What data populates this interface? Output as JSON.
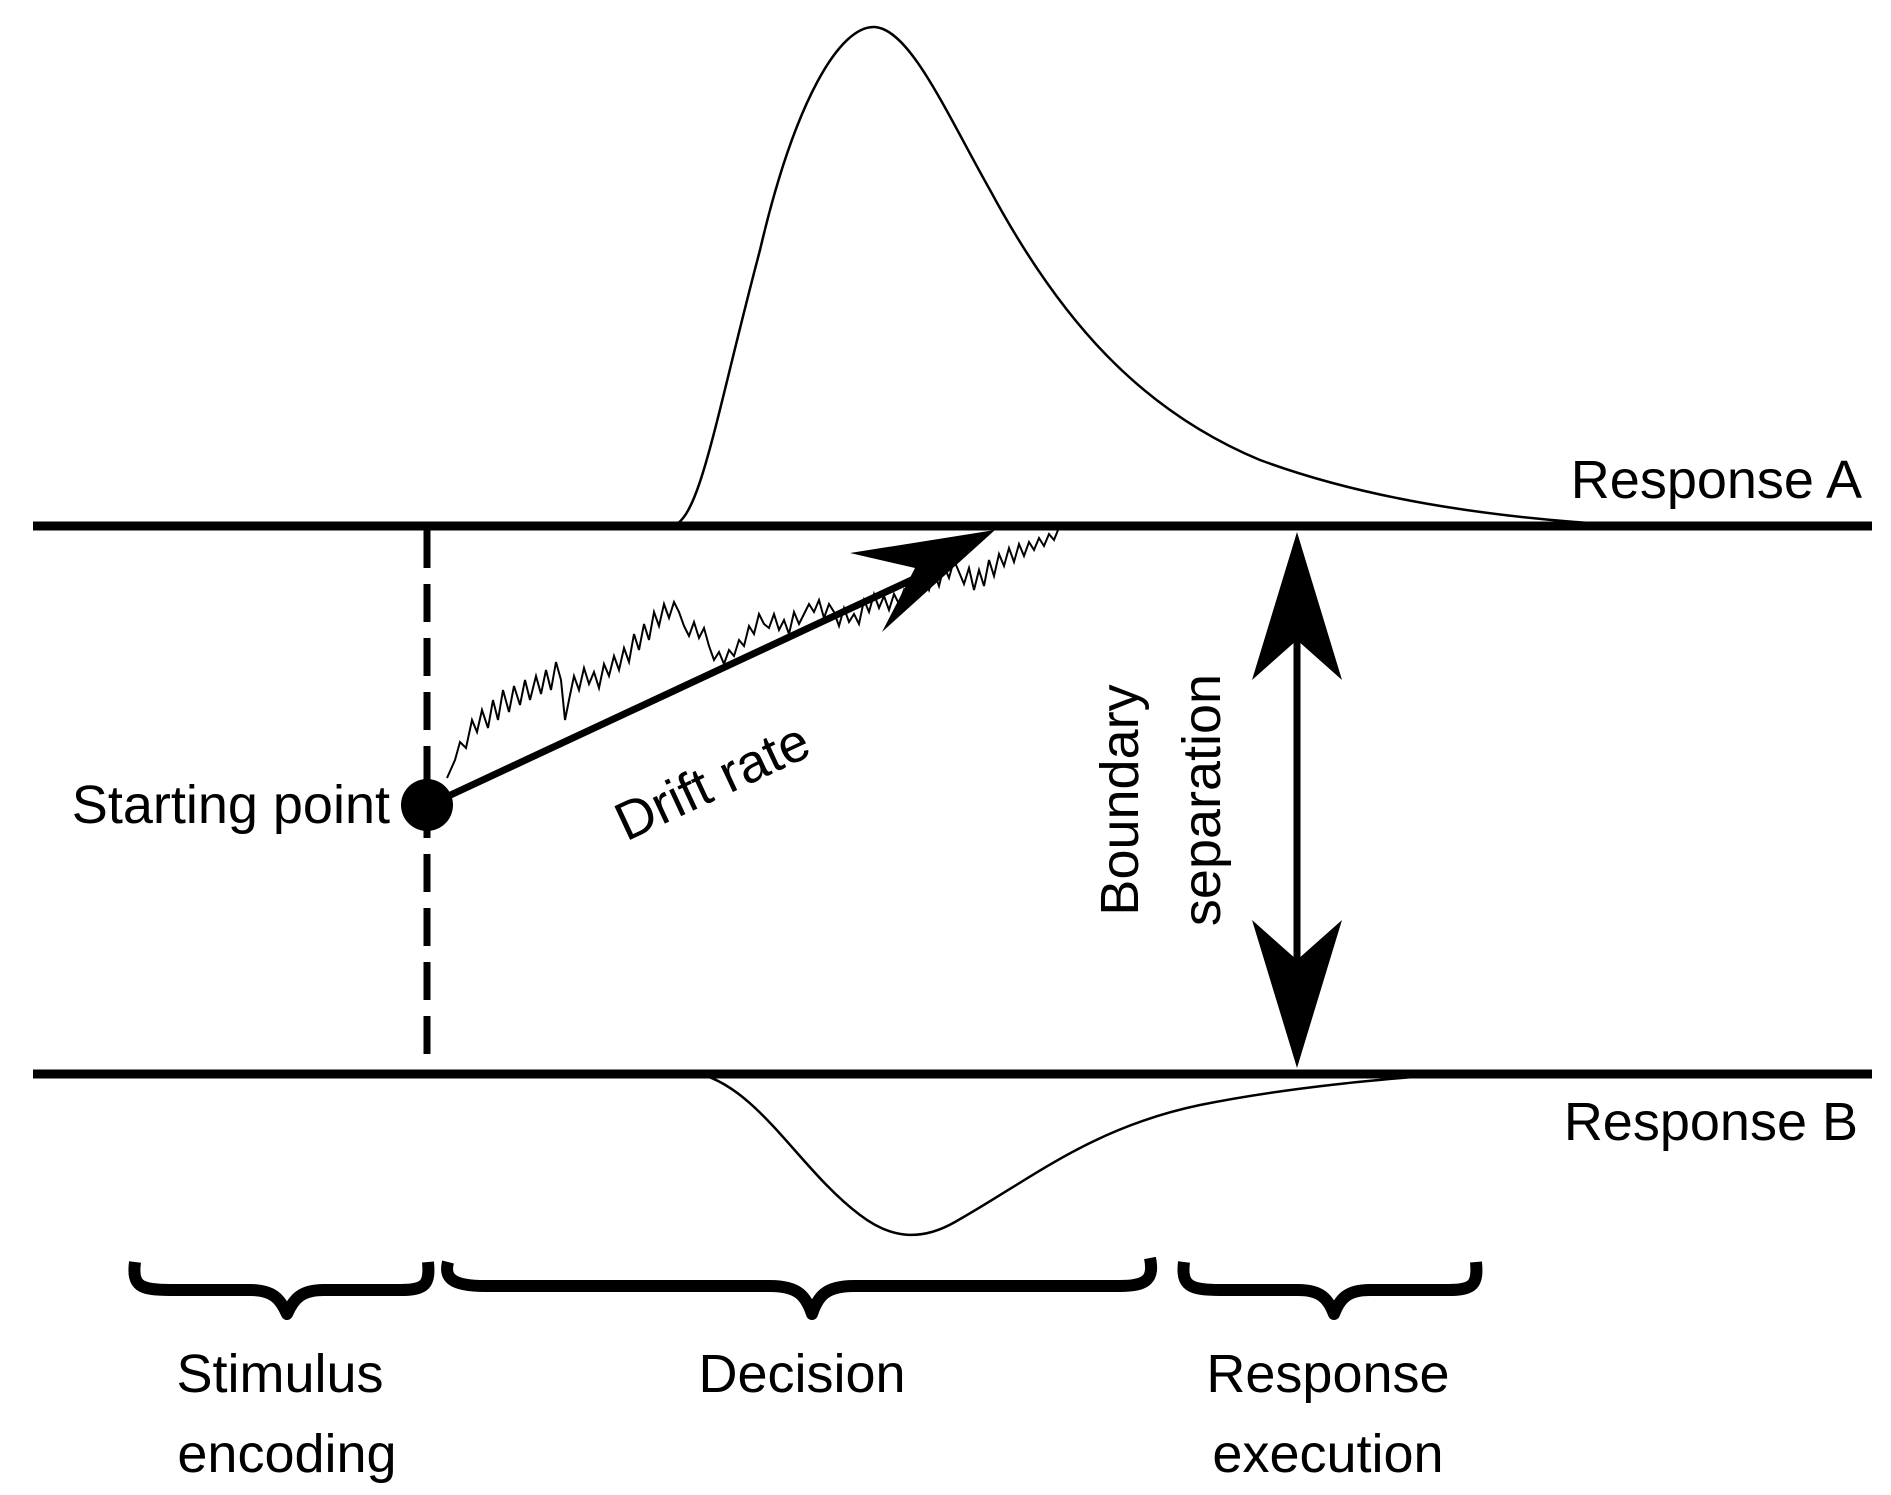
{
  "labels": {
    "response_a": "Response A",
    "response_b": "Response B",
    "starting_point": "Starting point",
    "drift_rate": "Drift rate",
    "boundary_line1": "Boundary",
    "boundary_line2": "separation",
    "stimulus_line1": "Stimulus",
    "stimulus_line2": "encoding",
    "decision": "Decision",
    "response_exec_line1": "Response",
    "response_exec_line2": "execution"
  },
  "colors": {
    "ink": "#000000",
    "background": "#ffffff"
  }
}
